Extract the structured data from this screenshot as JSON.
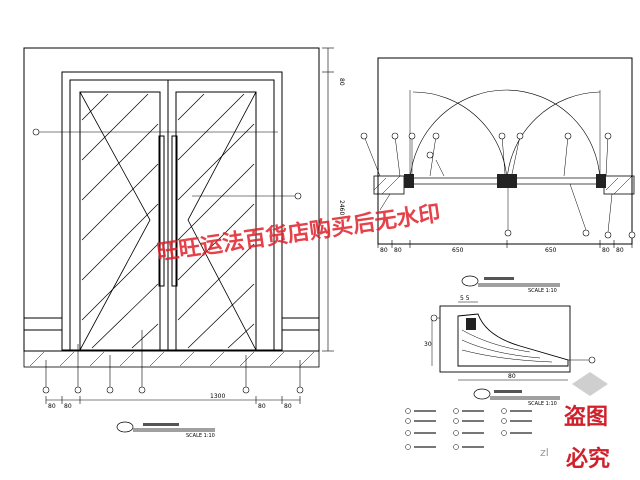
{
  "elevation": {
    "dim_height_top": "80",
    "dim_height_main": "2460",
    "dim_bottom_total": "1300",
    "dim_bottom_left": [
      "80",
      "80"
    ],
    "dim_bottom_right": [
      "80",
      "80"
    ],
    "title_scale": "SCALE 1:10"
  },
  "plan": {
    "dim_center_left": "650",
    "dim_center_right": "650",
    "dim_sides": [
      "80",
      "80",
      "80",
      "80"
    ],
    "title_scale": "SCALE 1:10"
  },
  "detail": {
    "dim_top": "5 5",
    "dim_side": "30",
    "dim_bottom": "80",
    "title_scale": "SCALE 1:10"
  },
  "watermark": {
    "main": "旺旺运法百货店购买后无水印",
    "stamp_line1": "盗图",
    "stamp_line2": "必究",
    "corner": "zl"
  }
}
